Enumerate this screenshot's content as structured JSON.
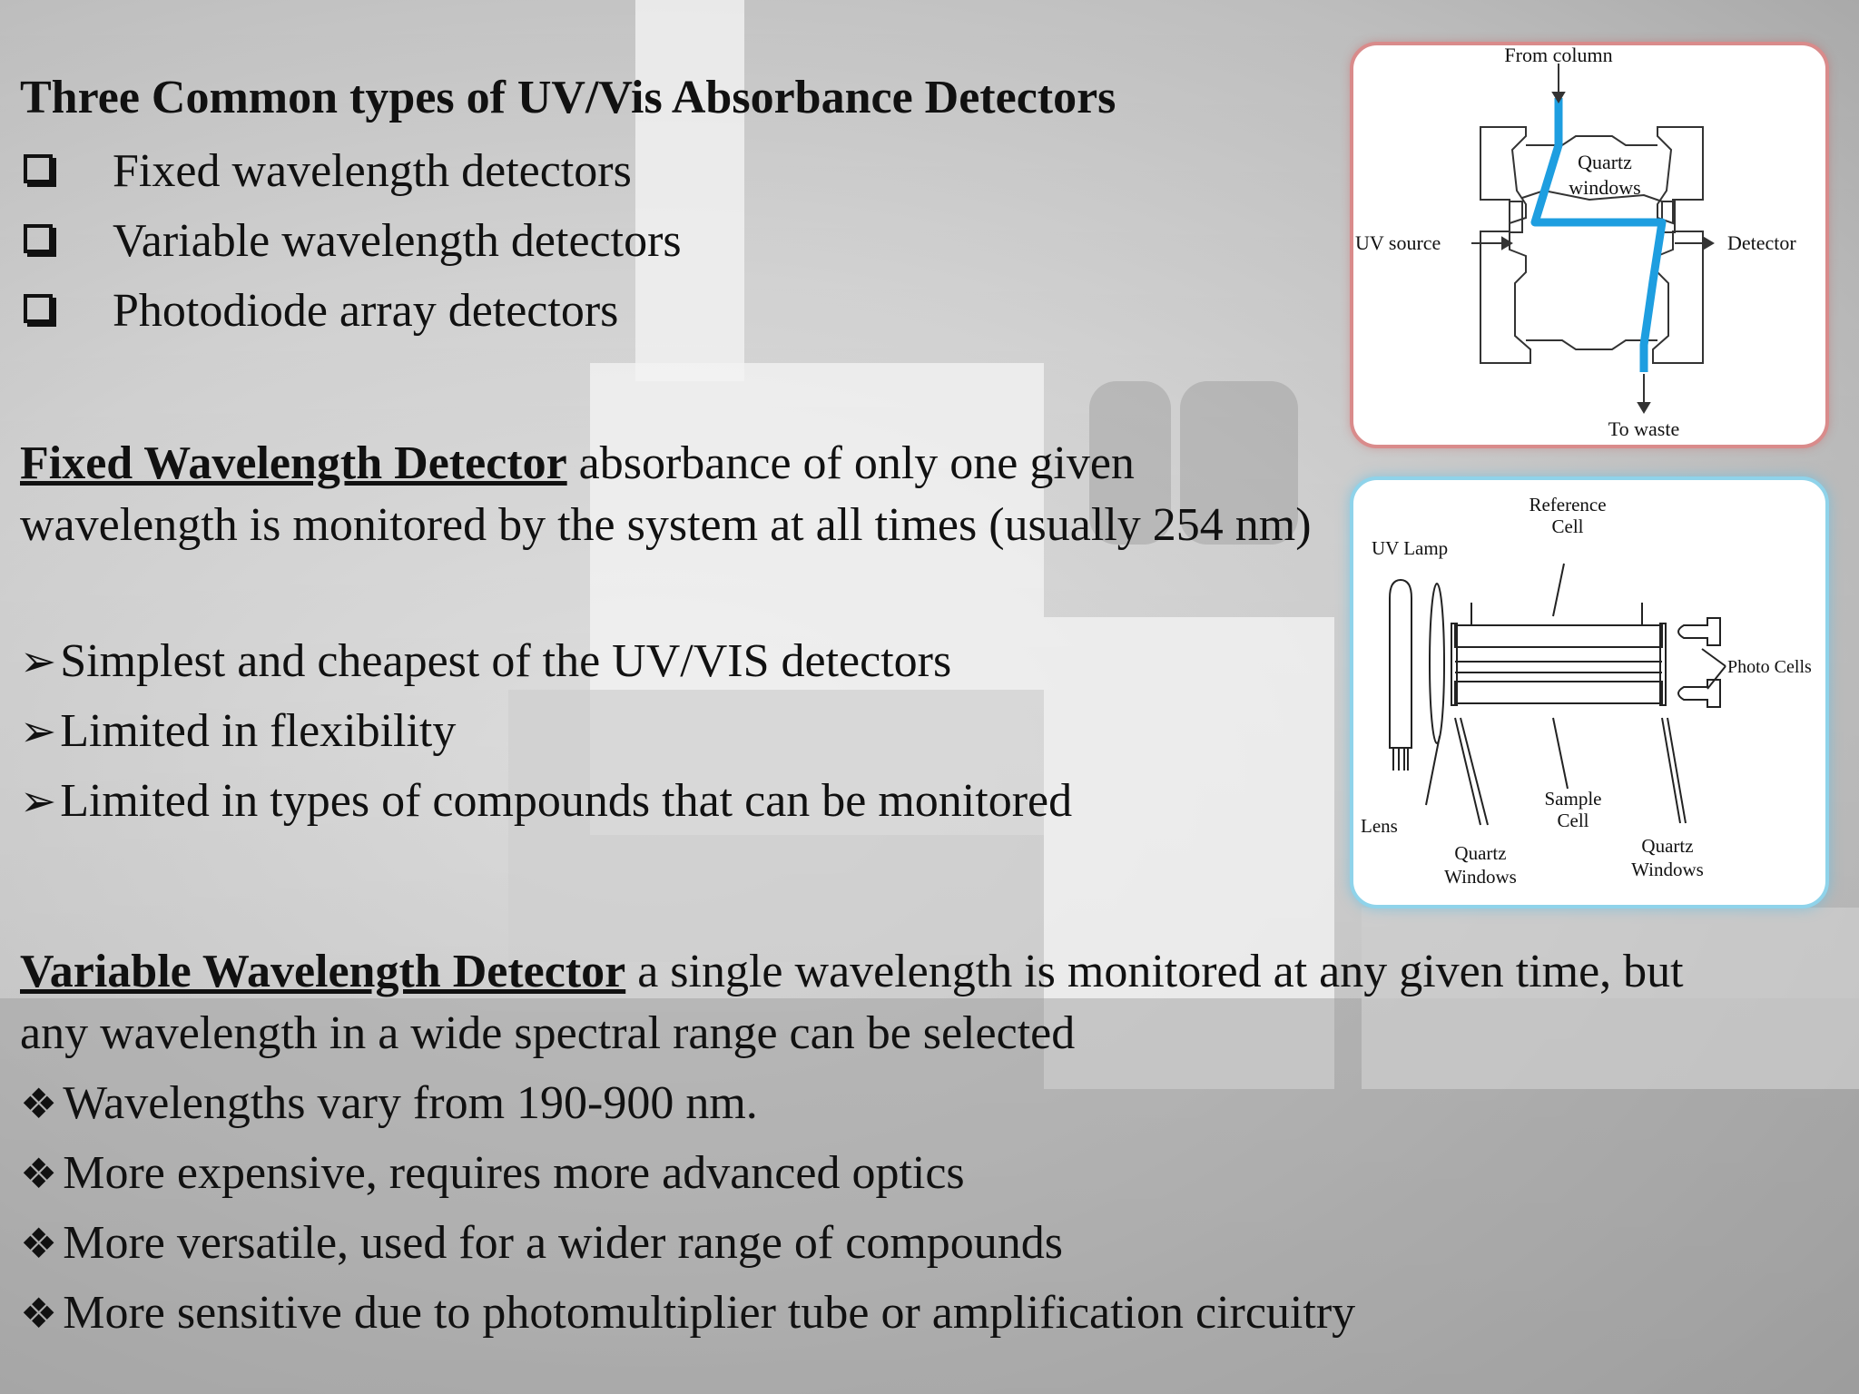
{
  "heading": "Three Common types of UV/Vis Absorbance Detectors",
  "detector_types": [
    "Fixed wavelength detectors",
    "Variable wavelength detectors",
    "Photodiode array detectors"
  ],
  "fixed": {
    "title": "Fixed Wavelength Detector",
    "description": " absorbance of only one given wavelength is monitored by the system at all times (usually 254 nm)",
    "bullets": [
      "Simplest and cheapest of the UV/VIS detectors",
      "Limited in flexibility",
      "Limited in types of compounds that can be monitored"
    ]
  },
  "variable": {
    "title": "Variable Wavelength Detector",
    "description": " a single wavelength is monitored at any given time, but any wavelength in a wide spectral range can be selected",
    "bullets": [
      "Wavelengths vary from 190-900 nm.",
      "More expensive, requires more advanced optics",
      "More versatile, used for a wider range of compounds",
      "More sensitive due to photomultiplier tube or amplification circuitry"
    ]
  },
  "flow_cell_diagram": {
    "labels": {
      "from_column": "From column",
      "quartz_1": "Quartz",
      "quartz_2": "windows",
      "uv_source": "UV source",
      "detector": "Detector",
      "to_waste": "To waste"
    },
    "accent_color": "#1e9ee0"
  },
  "dual_beam_diagram": {
    "labels": {
      "reference_1": "Reference",
      "reference_2": "Cell",
      "uv_lamp": "UV Lamp",
      "photo_cells": "Photo  Cells",
      "lens": "Lens",
      "sample_1": "Sample",
      "sample_2": "Cell",
      "quartz_left_1": "Quartz",
      "quartz_left_2": "Windows",
      "quartz_right_1": "Quartz",
      "quartz_right_2": "Windows"
    }
  }
}
